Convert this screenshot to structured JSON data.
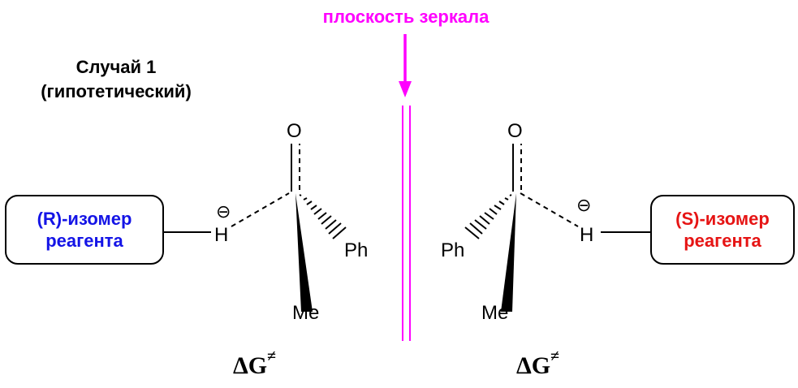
{
  "mirror_label": "плоскость зеркала",
  "case_title": {
    "line1": "Случай 1",
    "line2": "(гипотетический)"
  },
  "left": {
    "reagent": {
      "line1": "(R)-изомер",
      "line2": "реагента"
    },
    "atoms": {
      "oxygen": "O",
      "hydride": "H",
      "charge": "⊖",
      "phenyl": "Ph",
      "methyl": "Me"
    },
    "energy": {
      "symbol": "ΔG",
      "sup": "≠"
    }
  },
  "right": {
    "reagent": {
      "line1": "(S)-изомер",
      "line2": "реагента"
    },
    "atoms": {
      "oxygen": "O",
      "hydride": "H",
      "charge": "⊖",
      "phenyl": "Ph",
      "methyl": "Me"
    },
    "energy": {
      "symbol": "ΔG",
      "sup": "≠"
    }
  },
  "colors": {
    "mirror": "#ff00ff",
    "r_reagent": "#1414e6",
    "s_reagent": "#e61414",
    "structure": "#000000"
  }
}
